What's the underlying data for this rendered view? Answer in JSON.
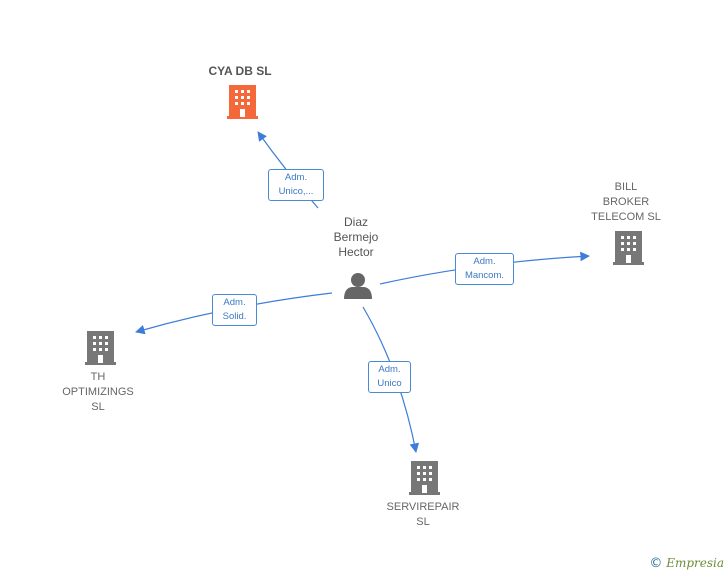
{
  "colors": {
    "edge": "#3b7dd8",
    "building_main": "#f4683a",
    "building_other": "#777777",
    "person": "#666666"
  },
  "nodes": {
    "person": {
      "label": "Diaz\nBermejo\nHector",
      "icon": "person-icon"
    },
    "cya": {
      "label": "CYA DB  SL",
      "icon": "building-icon"
    },
    "bill": {
      "label": "BILL\nBROKER\nTELECOM  SL",
      "icon": "building-icon"
    },
    "th": {
      "label": "TH\nOPTIMIZINGS\nSL",
      "icon": "building-icon"
    },
    "servirepair": {
      "label": "SERVIREPAIR\nSL",
      "icon": "building-icon"
    }
  },
  "edges": {
    "cya": "Adm.\nUnico,...",
    "bill": "Adm.\nMancom.",
    "th": "Adm.\nSolid.",
    "servirepair": "Adm.\nUnico"
  },
  "footer": {
    "copyright": "©",
    "brand": "Empresia"
  }
}
